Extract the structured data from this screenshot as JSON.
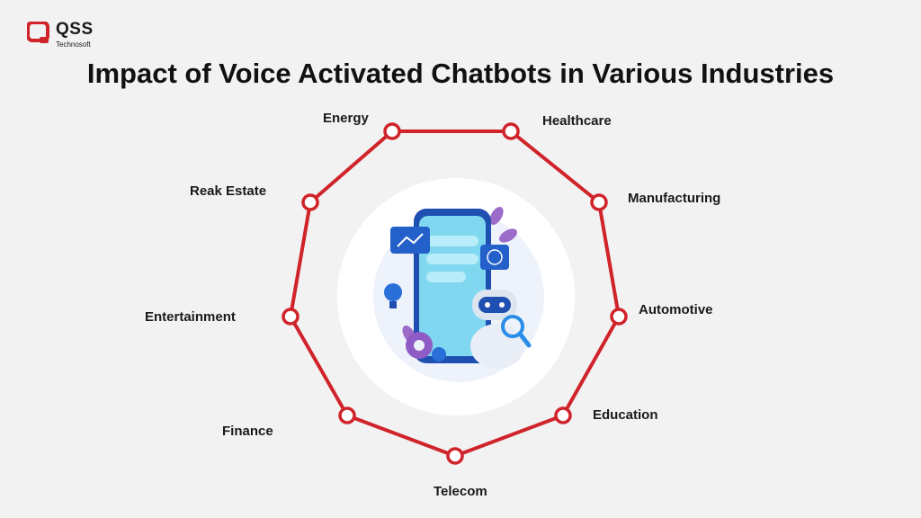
{
  "brand": {
    "name": "QSS",
    "sub": "Technosoft",
    "accent": "#d0232a"
  },
  "title": "Impact of Voice Activated Chatbots in Various Industries",
  "ring_color": "#d0232a",
  "nodes": [
    {
      "label": "Energy"
    },
    {
      "label": "Healthcare"
    },
    {
      "label": "Manufacturing"
    },
    {
      "label": "Automotive"
    },
    {
      "label": "Education"
    },
    {
      "label": "Telecom"
    },
    {
      "label": "Finance"
    },
    {
      "label": "Entertainment"
    },
    {
      "label": "Reak Estate"
    }
  ],
  "center_illustration": "phone-chatbot-robot-illustration"
}
